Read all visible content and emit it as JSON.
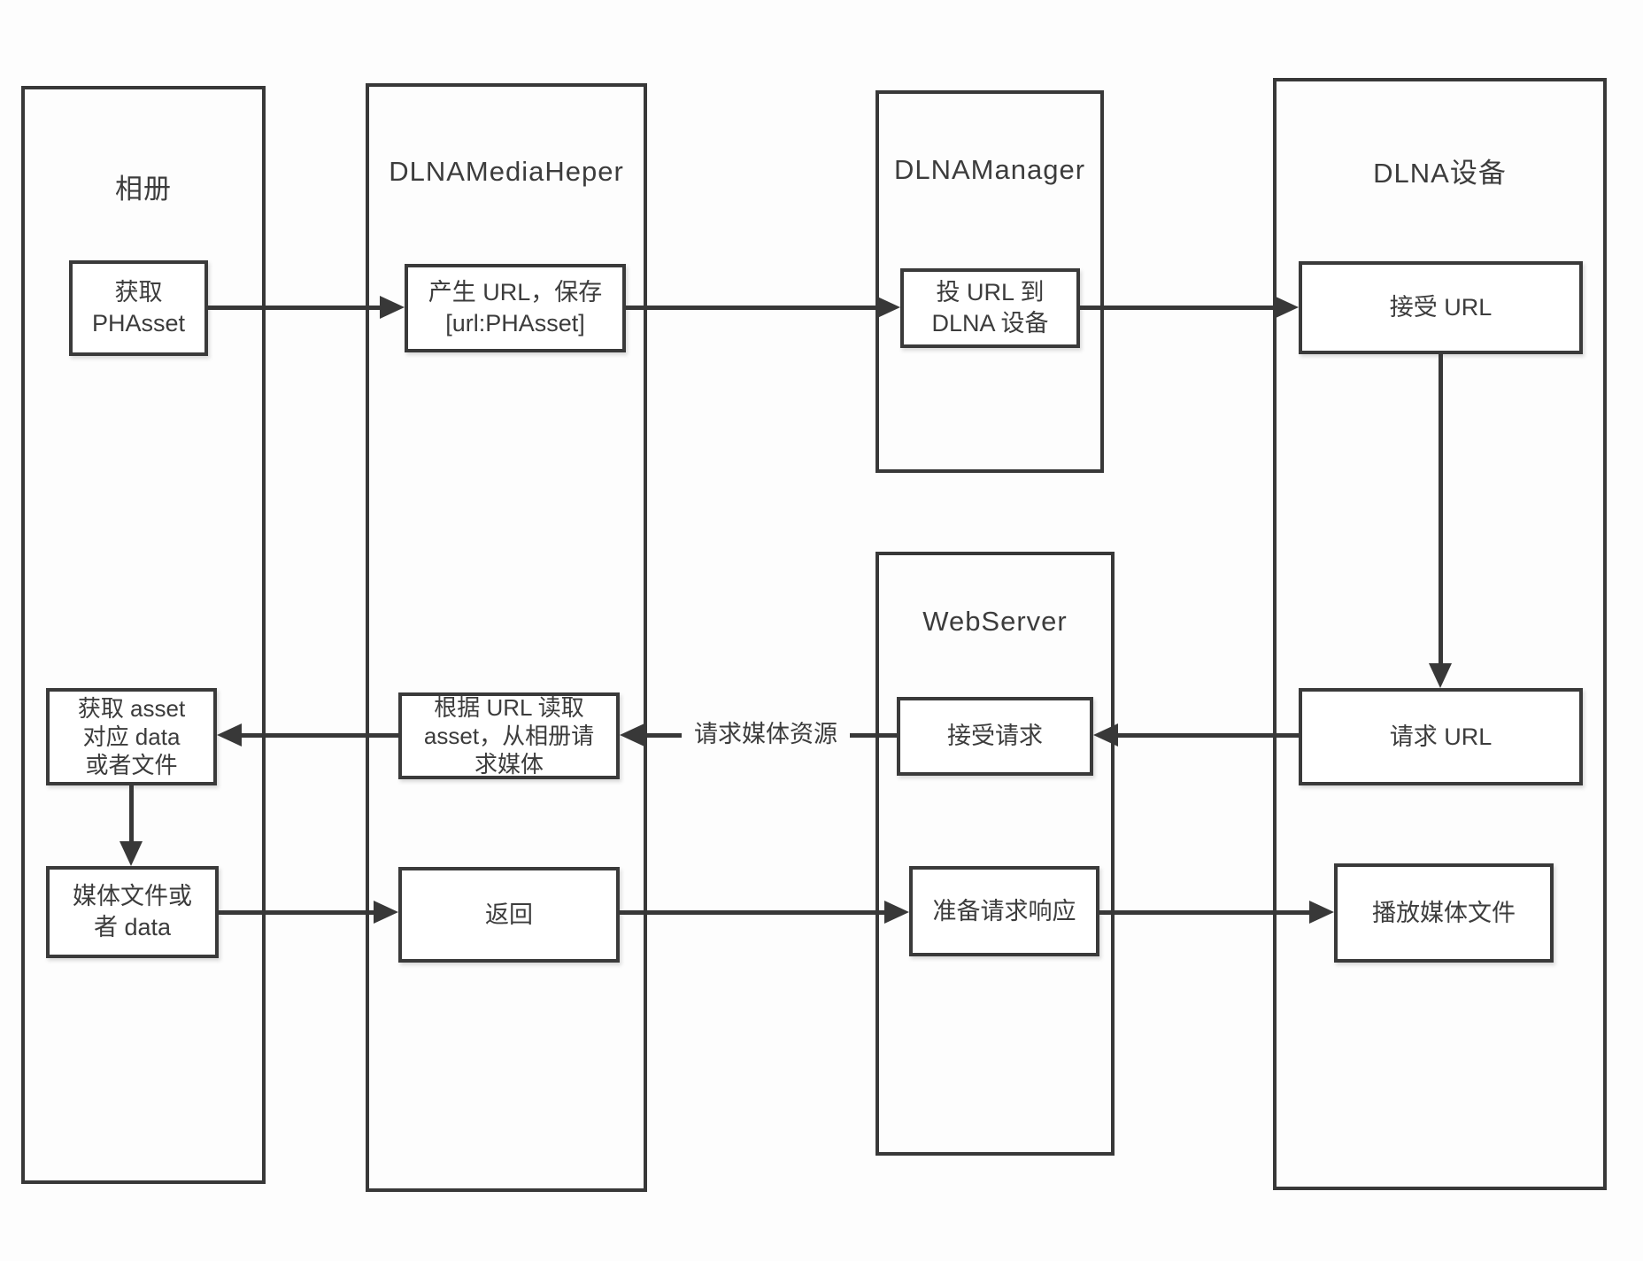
{
  "diagram": {
    "colors": {
      "line": "#383838",
      "text": "#3c3c3c",
      "background": "#ffffff"
    },
    "lanes": [
      {
        "id": "album",
        "title": "相册"
      },
      {
        "id": "media-helper",
        "title": "DLNAMediaHeper"
      },
      {
        "id": "dlna-manager",
        "title": "DLNAManager"
      },
      {
        "id": "web-server",
        "title": "WebServer"
      },
      {
        "id": "dlna-device",
        "title": "DLNA设备"
      }
    ],
    "boxes": [
      {
        "id": "get-phasset",
        "label": "获取\nPHAsset"
      },
      {
        "id": "generate-url",
        "label": "产生 URL，保存\n[url:PHAsset]"
      },
      {
        "id": "cast-url",
        "label": "投 URL 到\nDLNA 设备"
      },
      {
        "id": "receive-url",
        "label": "接受 URL"
      },
      {
        "id": "get-asset-data",
        "label": "获取 asset\n对应 data\n或者文件"
      },
      {
        "id": "read-asset",
        "label": "根据 URL 读取\nasset，从相册请\n求媒体"
      },
      {
        "id": "receive-request",
        "label": "接受请求"
      },
      {
        "id": "request-url",
        "label": "请求 URL"
      },
      {
        "id": "media-file-or-data",
        "label": "媒体文件或\n者 data"
      },
      {
        "id": "return",
        "label": "返回"
      },
      {
        "id": "prepare-response",
        "label": "准备请求响应"
      },
      {
        "id": "play-media-file",
        "label": "播放媒体文件"
      }
    ],
    "edge_label": "请求媒体资源"
  }
}
